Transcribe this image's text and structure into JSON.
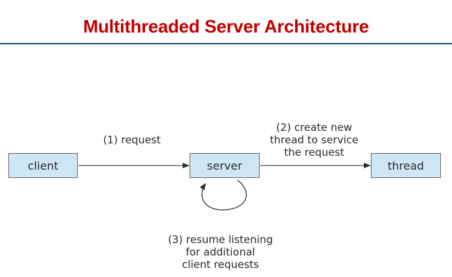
{
  "slide": {
    "title": "Multithreaded Server Architecture"
  },
  "diagram": {
    "nodes": {
      "client": "client",
      "server": "server",
      "thread": "thread"
    },
    "edges": {
      "request": [
        "(1) request"
      ],
      "create_thread": [
        "(2) create new",
        "thread to service",
        "the request"
      ],
      "resume_listening": [
        "(3) resume listening",
        "for additional",
        "client requests"
      ]
    },
    "colors": {
      "title": "#c00000",
      "rule": "#1f4e79",
      "node_fill": "#cfe6f5",
      "node_border": "#6a6a6a",
      "arrow": "#2b2b2b"
    }
  }
}
